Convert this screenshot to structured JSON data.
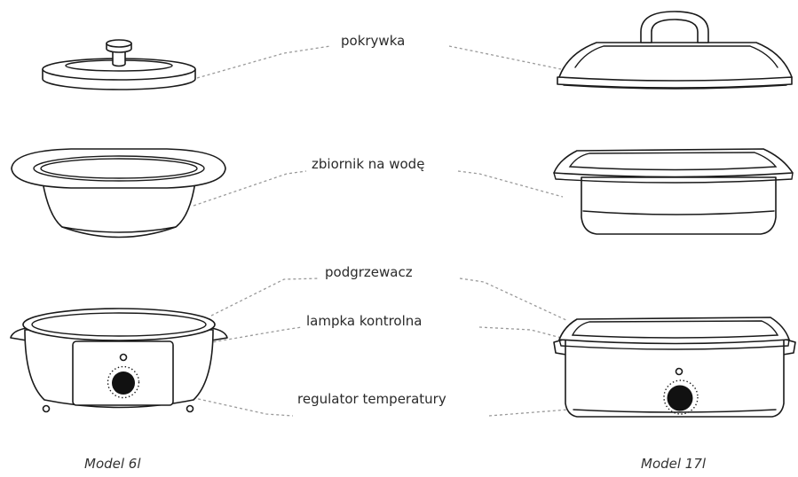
{
  "labels": {
    "lid": "pokrywka",
    "water_tank": "zbiornik na wodę",
    "heater": "podgrzewacz",
    "indicator_lamp": "lampka kontrolna",
    "thermostat": "regulator temperatury"
  },
  "models": {
    "left": "Model 6l",
    "right": "Model 17l"
  }
}
